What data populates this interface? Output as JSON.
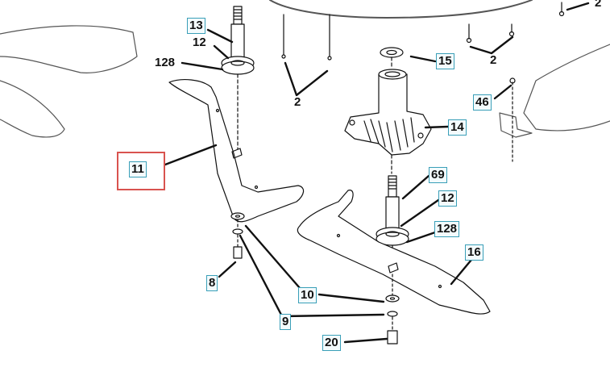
{
  "colors": {
    "callout_border": "#3a9fb8",
    "highlight_border": "#d9534f",
    "line_art": "#111111"
  },
  "callouts": {
    "c13": "13",
    "c12_top": "12",
    "c128_top": "128",
    "c15": "15",
    "c2_top": "2",
    "c2_mid": "2",
    "c2_left": "2",
    "c46": "46",
    "c14": "14",
    "c11": "11",
    "c69": "69",
    "c12_bottom": "12",
    "c128_bottom": "128",
    "c16": "16",
    "c8": "8",
    "c10": "10",
    "c9": "9",
    "c20": "20"
  },
  "highlighted_part": "11"
}
